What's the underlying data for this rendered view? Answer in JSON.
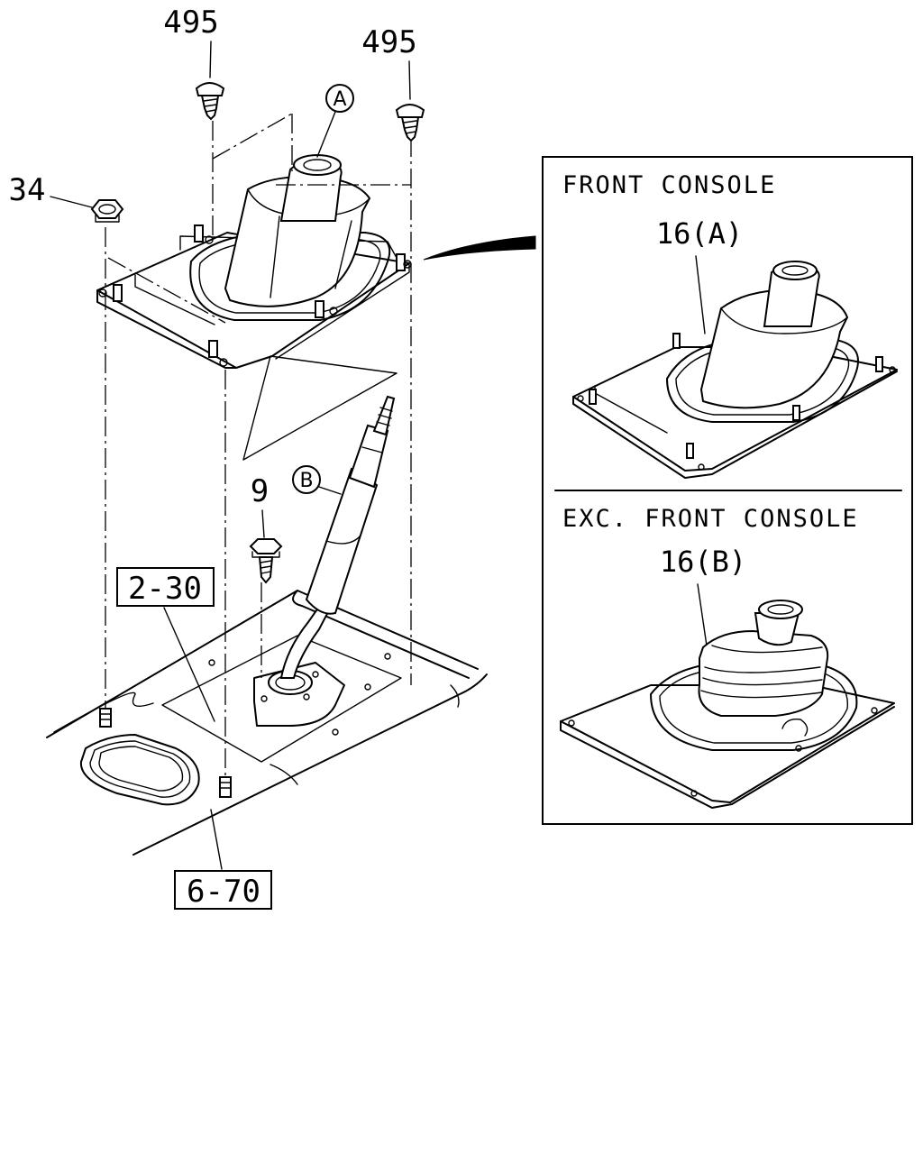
{
  "diagram": {
    "callouts": {
      "bolt_left": "495",
      "bolt_right": "495",
      "nut": "34",
      "bolt_lower": "9"
    },
    "markers": {
      "a": "A",
      "b": "B"
    },
    "references": {
      "ref_floor_center": "2-30",
      "ref_floor_front": "6-70"
    },
    "inset": {
      "front_console": {
        "title": "FRONT CONSOLE",
        "part": "16(A)"
      },
      "exc_front_console": {
        "title": "EXC. FRONT CONSOLE",
        "part": "16(B)"
      }
    }
  }
}
